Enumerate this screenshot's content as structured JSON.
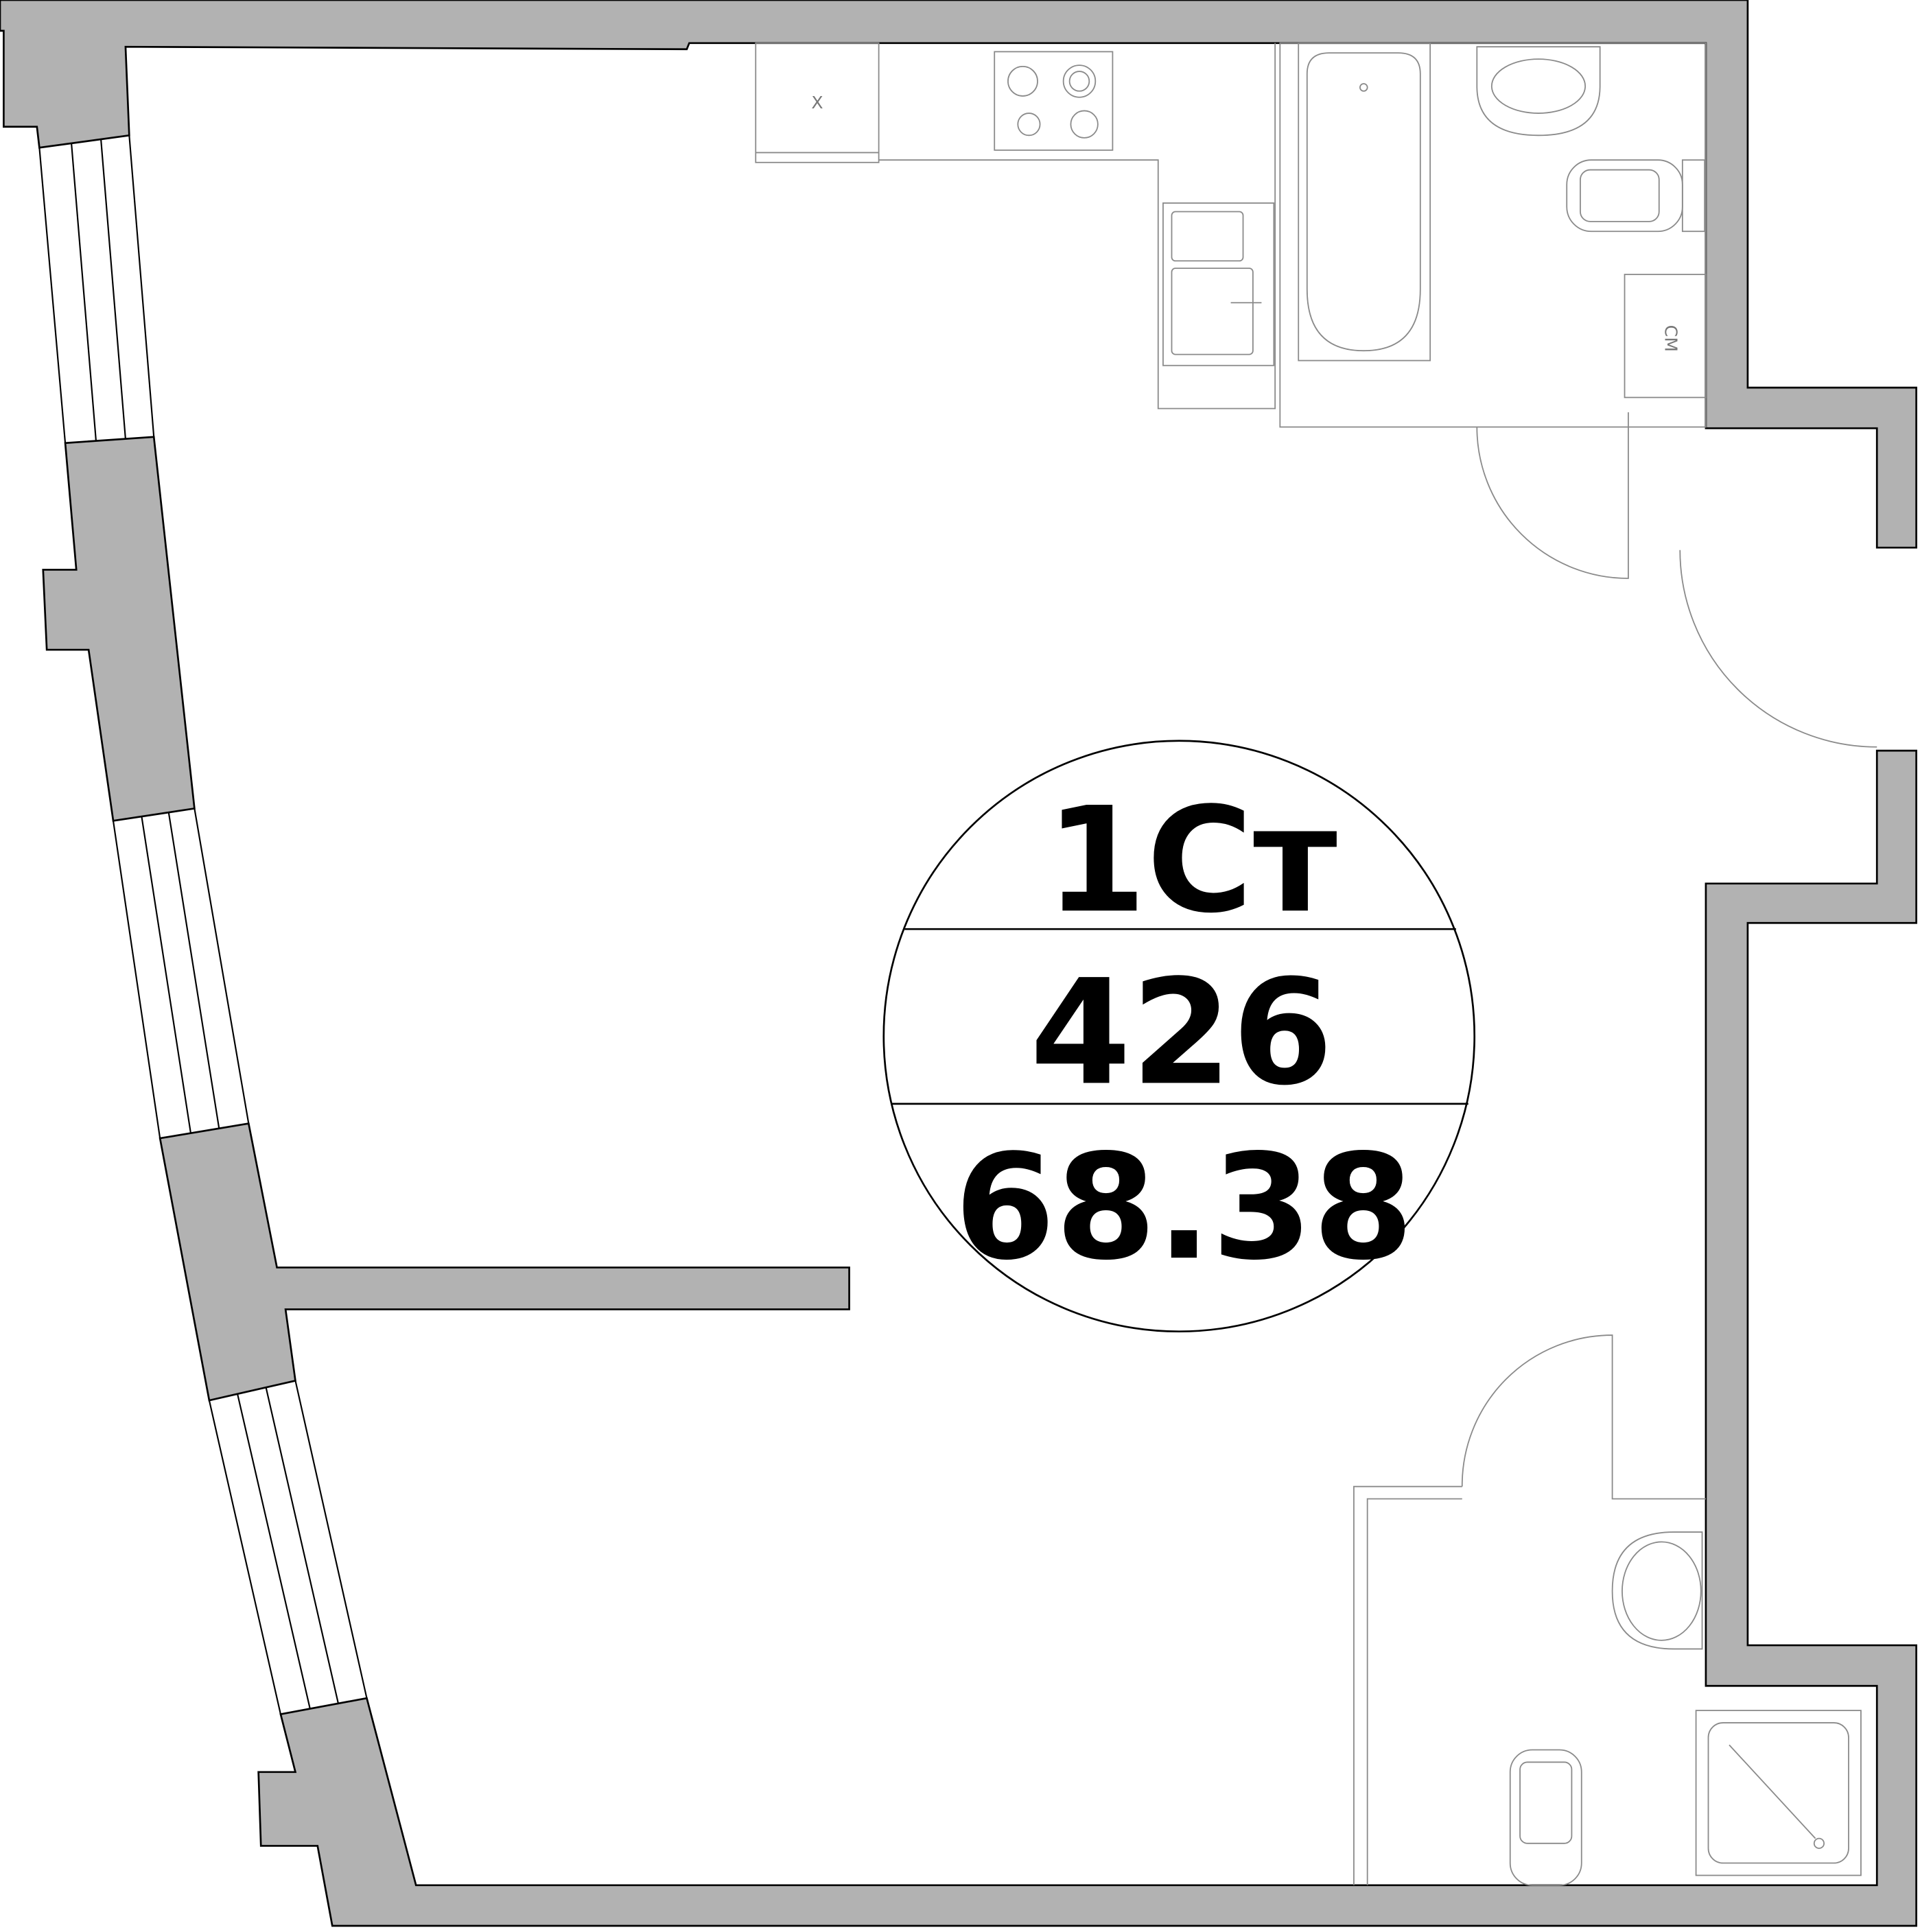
{
  "plan": {
    "apartment_type": "1Ст",
    "apartment_number": "426",
    "area": "68.38",
    "fridge_label": "Х",
    "washer_label": "СМ"
  },
  "colors": {
    "wall": "#b2b2b2",
    "line": "#000000",
    "fixture": "#8a8a8a"
  }
}
